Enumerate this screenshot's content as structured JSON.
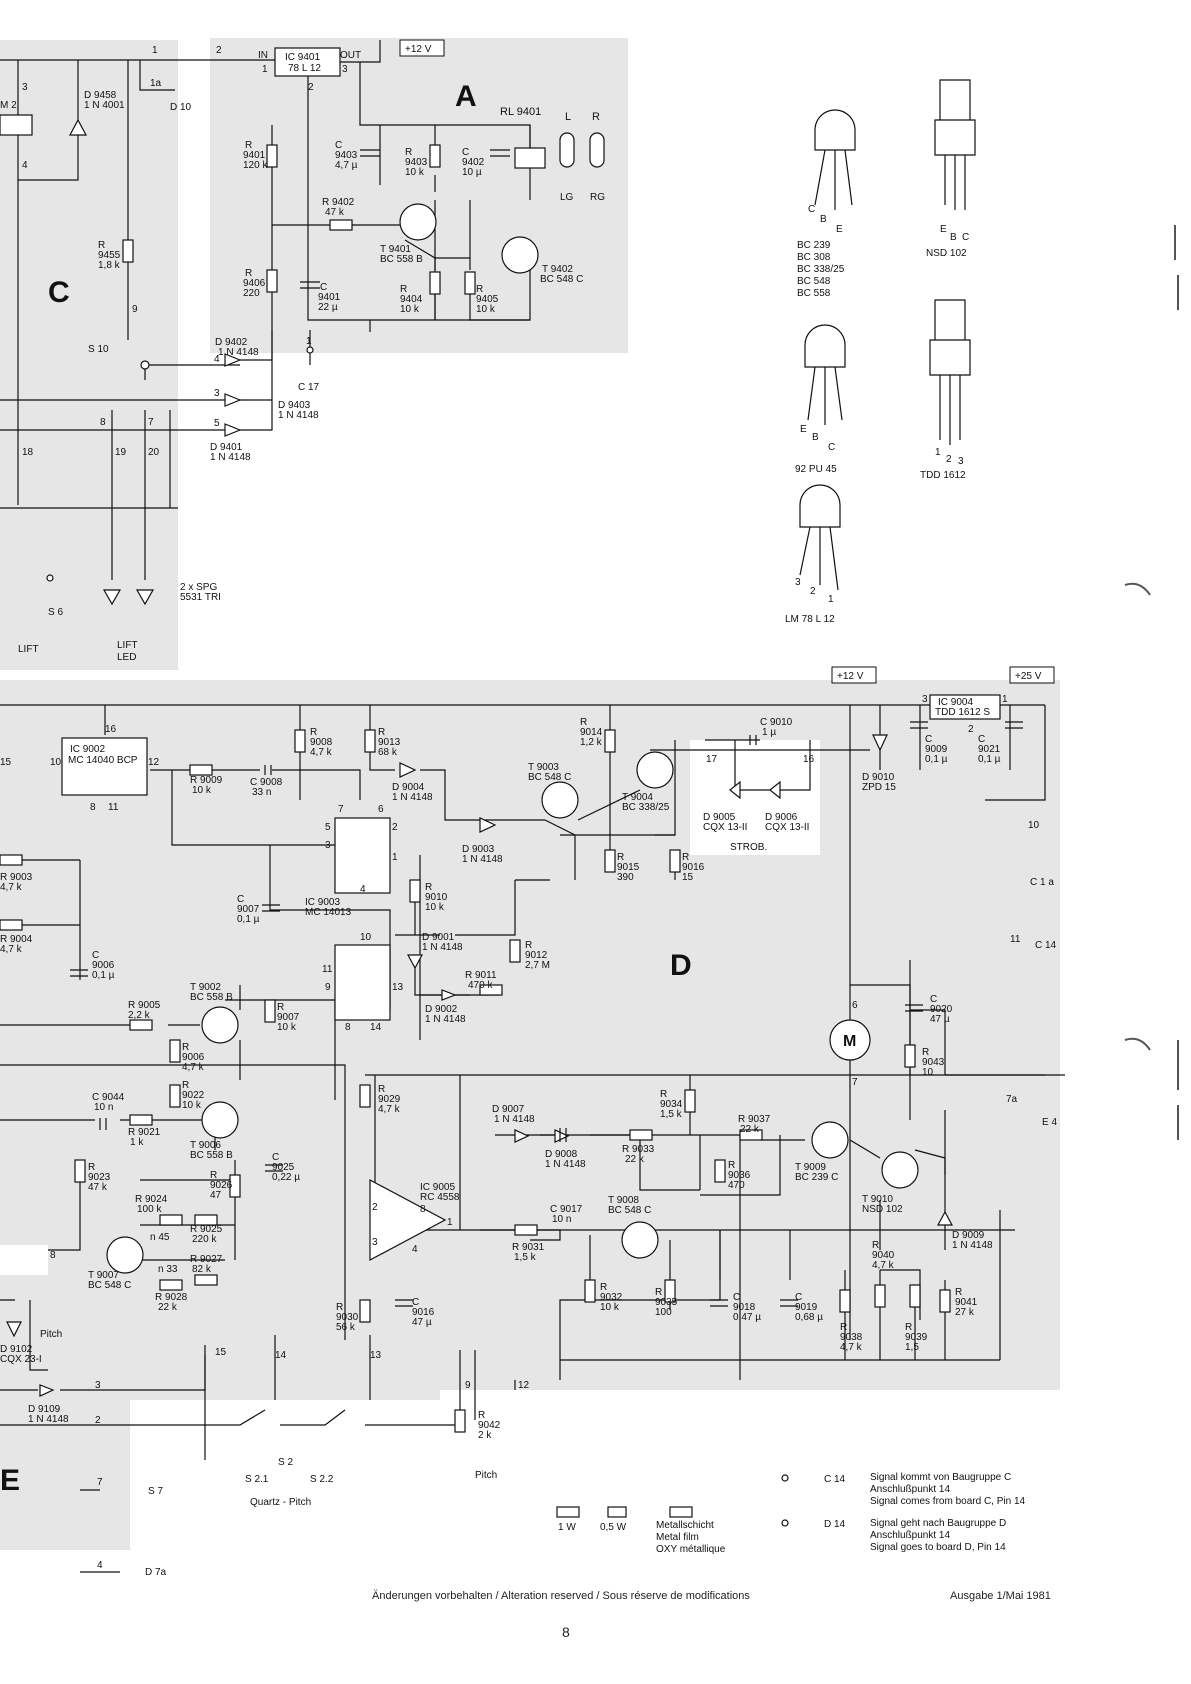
{
  "sections": {
    "A": "A",
    "C": "C",
    "D": "D",
    "E": "E"
  },
  "supplies": {
    "v12_top": "+12 V",
    "v12_mid": "+12 V",
    "v25": "+25 V"
  },
  "packages": [
    {
      "parts": [
        "BC 239",
        "BC 308",
        "BC 338/25",
        "BC 548",
        "BC 558"
      ],
      "pins": [
        "C",
        "B",
        "E"
      ]
    },
    {
      "parts": [
        "NSD 102"
      ],
      "pins": [
        "E",
        "B",
        "C"
      ]
    },
    {
      "parts": [
        "92 PU 45"
      ],
      "pins": [
        "E",
        "B",
        "C"
      ]
    },
    {
      "parts": [
        "TDD 1612"
      ],
      "pins": [
        "1",
        "2",
        "3"
      ]
    },
    {
      "parts": [
        "LM 78 L 12"
      ],
      "pins": [
        "3",
        "2",
        "1"
      ]
    }
  ],
  "board_a": {
    "ic": [
      "IC 9401",
      "78 L 12"
    ],
    "in": "IN",
    "out": "OUT",
    "relay": "RL 9401",
    "lg": "LG",
    "rg": "RG",
    "l": "L",
    "r": "R",
    "parts": [
      [
        "R",
        "9401",
        "120 k"
      ],
      [
        "C",
        "9403",
        "4,7 µ"
      ],
      [
        "R",
        "9403",
        "10 k"
      ],
      [
        "C",
        "9402",
        "10 µ"
      ],
      [
        "R 9402",
        "47 k"
      ],
      [
        "T 9401",
        "BC 558 B"
      ],
      [
        "T 9402",
        "BC 548 C"
      ],
      [
        "R",
        "9406",
        "220"
      ],
      [
        "C",
        "9401",
        "22 µ"
      ],
      [
        "R",
        "9404",
        "10 k"
      ],
      [
        "R",
        "9405",
        "10 k"
      ]
    ],
    "c17": "C 17"
  },
  "board_c": {
    "d9458": [
      "D 9458",
      "1 N 4001"
    ],
    "d10": "D 10",
    "m2": "M 2",
    "r9455": [
      "R",
      "9455",
      "1,8 k"
    ],
    "s10": "S 10",
    "d9402": [
      "D 9402",
      "1 N 4148"
    ],
    "d9403": [
      "D 9403",
      "1 N 4148"
    ],
    "d9401": [
      "D 9401",
      "1 N 4148"
    ],
    "s6": "S 6",
    "lift": "LIFT",
    "lift_led": [
      "LIFT",
      "LED"
    ],
    "spg": [
      "2 x SPG",
      "5531 TRI"
    ]
  },
  "board_d": {
    "ic9002": [
      "IC 9002",
      "MC 14040 BCP"
    ],
    "ic9003": [
      "IC 9003",
      "MC 14013"
    ],
    "ic9004": [
      "IC 9004",
      "TDD 1612 S"
    ],
    "ic9005": [
      "IC 9005",
      "RC 4558"
    ],
    "r9009": [
      "R 9009",
      "10 k"
    ],
    "c9008": [
      "C 9008",
      "33 n"
    ],
    "r9008": [
      "R",
      "9008",
      "4,7 k"
    ],
    "r9013": [
      "R",
      "9013",
      "68 k"
    ],
    "d9004": [
      "D 9004",
      "1 N 4148"
    ],
    "r9014": [
      "R",
      "9014",
      "1,2 k"
    ],
    "c9010": [
      "C 9010",
      "1 µ"
    ],
    "t9003": [
      "T 9003",
      "BC 548 C"
    ],
    "t9004": [
      "T 9004",
      "BC 338/25"
    ],
    "d9005": [
      "D 9005",
      "CQX 13-II"
    ],
    "d9006": [
      "D 9006",
      "CQX 13-II"
    ],
    "strob": "STROB.",
    "r9015": [
      "R",
      "9015",
      "390"
    ],
    "r9016": [
      "R",
      "9016",
      "15"
    ],
    "d9010": [
      "D 9010",
      "ZPD 15"
    ],
    "c9009": [
      "C",
      "9009",
      "0,1 µ"
    ],
    "c9021": [
      "C",
      "9021",
      "0,1 µ"
    ],
    "c1a": "C 1 a",
    "c14": "C 14",
    "r9003": [
      "R 9003",
      "4,7 k"
    ],
    "r9004": [
      "R 9004",
      "4,7 k"
    ],
    "c9006": [
      "C",
      "9006",
      "0,1 µ"
    ],
    "c9007": [
      "C",
      "9007",
      "0,1 µ"
    ],
    "d9003": [
      "D 9003",
      "1 N 4148"
    ],
    "r9010": [
      "R",
      "9010",
      "10 k"
    ],
    "d9001": [
      "D 9001",
      "1 N 4148"
    ],
    "r9011": [
      "R 9011",
      "470 k"
    ],
    "d9002": [
      "D 9002",
      "1 N 4148"
    ],
    "r9012": [
      "R",
      "9012",
      "2,7 M"
    ],
    "t9002": [
      "T 9002",
      "BC 558 B"
    ],
    "r9005": [
      "R 9005",
      "2,2 k"
    ],
    "r9006": [
      "R",
      "9006",
      "4,7 k"
    ],
    "r9007": [
      "R",
      "9007",
      "10 k"
    ],
    "r9022": [
      "R",
      "9022",
      "10 k"
    ],
    "c9044": [
      "C 9044",
      "10 n"
    ],
    "r9021": [
      "R 9021",
      "1 k"
    ],
    "t9006": [
      "T 9006",
      "BC 558 B"
    ],
    "r9023": [
      "R",
      "9023",
      "47 k"
    ],
    "r9026": [
      "R",
      "9026",
      "47"
    ],
    "c9025": [
      "C",
      "9025",
      "0,22 µ"
    ],
    "r9024": [
      "R 9024",
      "100 k"
    ],
    "n45": "n 45",
    "r9025": [
      "R 9025",
      "220 k"
    ],
    "n33": "n 33",
    "r9027": [
      "R 9027",
      "82 k"
    ],
    "r9028": [
      "R 9028",
      "22 k"
    ],
    "t9007": [
      "T 9007",
      "BC 548 C"
    ],
    "r9029": [
      "R",
      "9029",
      "4,7 k"
    ],
    "r9030": [
      "R",
      "9030",
      "56 k"
    ],
    "c9016": [
      "C",
      "9016",
      "47 µ"
    ],
    "d9007": [
      "D 9007",
      "1 N 4148"
    ],
    "d9008": [
      "D 9008",
      "1 N 4148"
    ],
    "r9033": [
      "R 9033",
      "22 k"
    ],
    "r9034": [
      "R",
      "9034",
      "1,5 k"
    ],
    "r9037": [
      "R 9037",
      "22 k"
    ],
    "r9036": [
      "R",
      "9036",
      "470"
    ],
    "c9017": [
      "C 9017",
      "10 n"
    ],
    "r9031": [
      "R 9031",
      "1,5 k"
    ],
    "t9008": [
      "T 9008",
      "BC 548 C"
    ],
    "r9032": [
      "R",
      "9032",
      "10 k"
    ],
    "r9035": [
      "R",
      "9035",
      "100"
    ],
    "c9018": [
      "C",
      "9018",
      "0,47 µ"
    ],
    "c9019": [
      "C",
      "9019",
      "0,68 µ"
    ],
    "t9009": [
      "T 9009",
      "BC 239 C"
    ],
    "t9010": [
      "T 9010",
      "NSD 102"
    ],
    "c9020": [
      "C",
      "9020",
      "47 µ"
    ],
    "r9043": [
      "R",
      "9043",
      "10"
    ],
    "motor": "M",
    "r9040": [
      "R",
      "9040",
      "4,7 k"
    ],
    "r9039": [
      "R",
      "9039",
      "1,5"
    ],
    "r9038": [
      "R",
      "9038",
      "4,7 k"
    ],
    "d9009": [
      "D 9009",
      "1 N 4148"
    ],
    "r9041": [
      "R",
      "9041",
      "27 k"
    ],
    "e4": "E 4"
  },
  "board_e": {
    "d9102": [
      "D 9102",
      "CQX 23-I"
    ],
    "pitch_led": "Pitch",
    "d9109": [
      "D 9109",
      "1 N 4148"
    ],
    "s7": "S 7",
    "d7a": "D 7a",
    "s21": "S 2.1",
    "s2": "S 2",
    "s22": "S 2.2",
    "quartz": "Quartz - Pitch",
    "r9042": [
      "R",
      "9042",
      "2 k"
    ],
    "pitch": "Pitch"
  },
  "pins": {
    "n1": "1",
    "n2": "2",
    "n3": "3",
    "n4": "4",
    "n5": "5",
    "n6": "6",
    "n7": "7",
    "n8": "8",
    "n9": "9",
    "n10": "10",
    "n11": "11",
    "n12": "12",
    "n13": "13",
    "n14": "14",
    "n15": "15",
    "n16": "16",
    "n17": "17",
    "n18": "18",
    "n19": "19",
    "n20": "20",
    "n1a": "1a",
    "n7a": "7a"
  },
  "legend": {
    "w1": "1 W",
    "w05": "0,5 W",
    "film": [
      "Metallschicht",
      "Metal film",
      "OXY métallique"
    ],
    "c14": "C 14",
    "d14": "D 14",
    "c14_text": [
      "Signal kommt von Baugruppe C",
      "Anschlußpunkt 14",
      "Signal comes from board C, Pin 14"
    ],
    "d14_text": [
      "Signal geht nach Baugruppe D",
      "Anschlußpunkt 14",
      "Signal goes to board D, Pin 14"
    ]
  },
  "footer": {
    "note": "Änderungen vorbehalten / Alteration reserved / Sous réserve de modifications",
    "edition": "Ausgabe 1/Mai 1981",
    "page": "8"
  },
  "colors": {
    "board_fill": "#e6e6e6",
    "ink": "#111111"
  }
}
